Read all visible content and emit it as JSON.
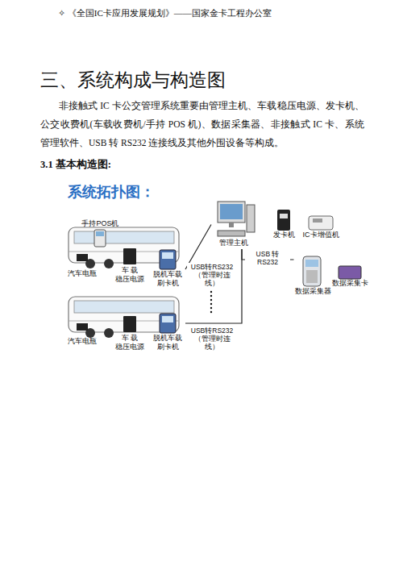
{
  "diagram": {
    "title": "系统拓扑图：",
    "nodes": [
      {
        "text": [
          "手持POS机"
        ]
      },
      {
        "text": [
          "汽车电瓶"
        ]
      },
      {
        "text": [
          "车 载 稳压电源"
        ]
      },
      {
        "text": [
          "脱机车载 刷卡机"
        ]
      },
      {
        "text": [
          "管理主机"
        ]
      },
      {
        "text": [
          "发卡机"
        ]
      },
      {
        "text": [
          "IC卡增值机"
        ]
      },
      {
        "text": [
          "数据采集器"
        ]
      },
      {
        "text": [
          "数据采集卡"
        ]
      },
      {
        "text": [
          "汽车电瓶"
        ]
      },
      {
        "text": [
          "车 载 稳压电源"
        ]
      },
      {
        "text": [
          "脱机车载 刷卡机"
        ]
      }
    ],
    "edges": [
      {
        "from": 3,
        "to": 4,
        "arrow": "none",
        "label": "USB转RS232 （管理时连线）"
      },
      {
        "from": 11,
        "to": 4,
        "arrow": "none",
        "label": "USB转RS232 （管理时连线）"
      },
      {
        "from": 4,
        "to": 7,
        "arrow": "none",
        "label": "USB 转 RS232"
      }
    ],
    "labels": [
      "✧ 《全国IC卡应用发展规划》——国家金卡工程办公室",
      "三、系统构成与构造图",
      "非接触式 IC 卡公交管理系统重要由管理主机、车载稳压电源、发卡机、公交收费机(车载收费机/手持 POS 机)、数据采集器、非接触式 IC 卡、系统管理软件、USB 转 RS232 连接线及其他外围设备等构成。",
      "3.1 基本构造图:"
    ]
  }
}
